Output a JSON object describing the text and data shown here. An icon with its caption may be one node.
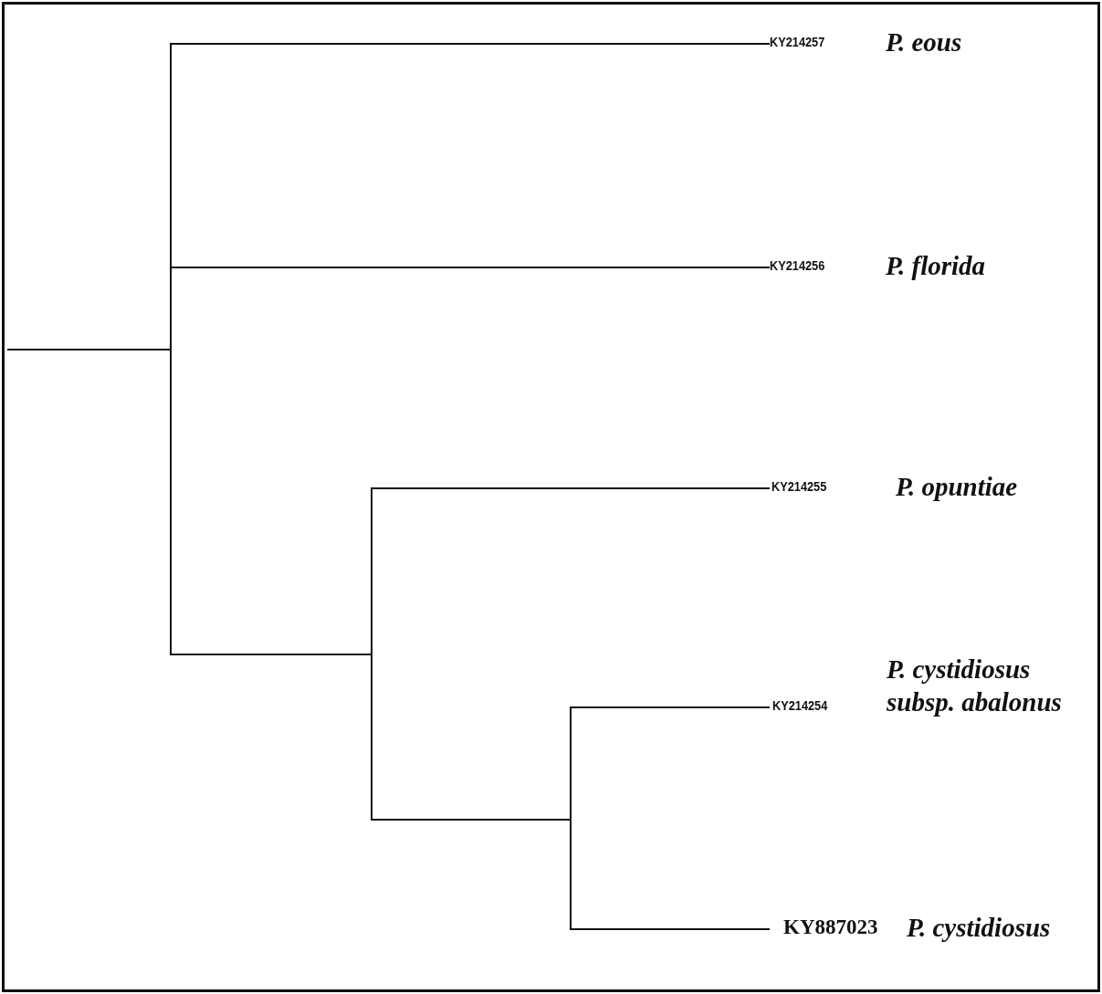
{
  "diagram": {
    "nodes": [
      {
        "text": [],
        "shape": "bar"
      },
      {
        "text": [
          "KY214257",
          "P. eous"
        ]
      },
      {
        "text": [
          "KY214256",
          "P. florida"
        ]
      },
      {
        "text": [],
        "shape": "bar"
      },
      {
        "text": [
          "KY214255",
          "P. opuntiae"
        ]
      },
      {
        "text": [],
        "shape": "bar"
      },
      {
        "text": [
          "KY214254",
          "P. cystidiosus subsp. abalonus"
        ]
      },
      {
        "text": [
          "KY887023",
          "P. cystidiosus"
        ]
      }
    ],
    "edges": [
      {
        "from": null,
        "to": 0,
        "arrow": "none"
      },
      {
        "from": 0,
        "to": 1,
        "arrow": "none"
      },
      {
        "from": 0,
        "to": 2,
        "arrow": "none"
      },
      {
        "from": 0,
        "to": 3,
        "arrow": "none"
      },
      {
        "from": 3,
        "to": 4,
        "arrow": "none"
      },
      {
        "from": 3,
        "to": 5,
        "arrow": "none"
      },
      {
        "from": 5,
        "to": 6,
        "arrow": "none"
      },
      {
        "from": 5,
        "to": 7,
        "arrow": "none"
      }
    ]
  }
}
